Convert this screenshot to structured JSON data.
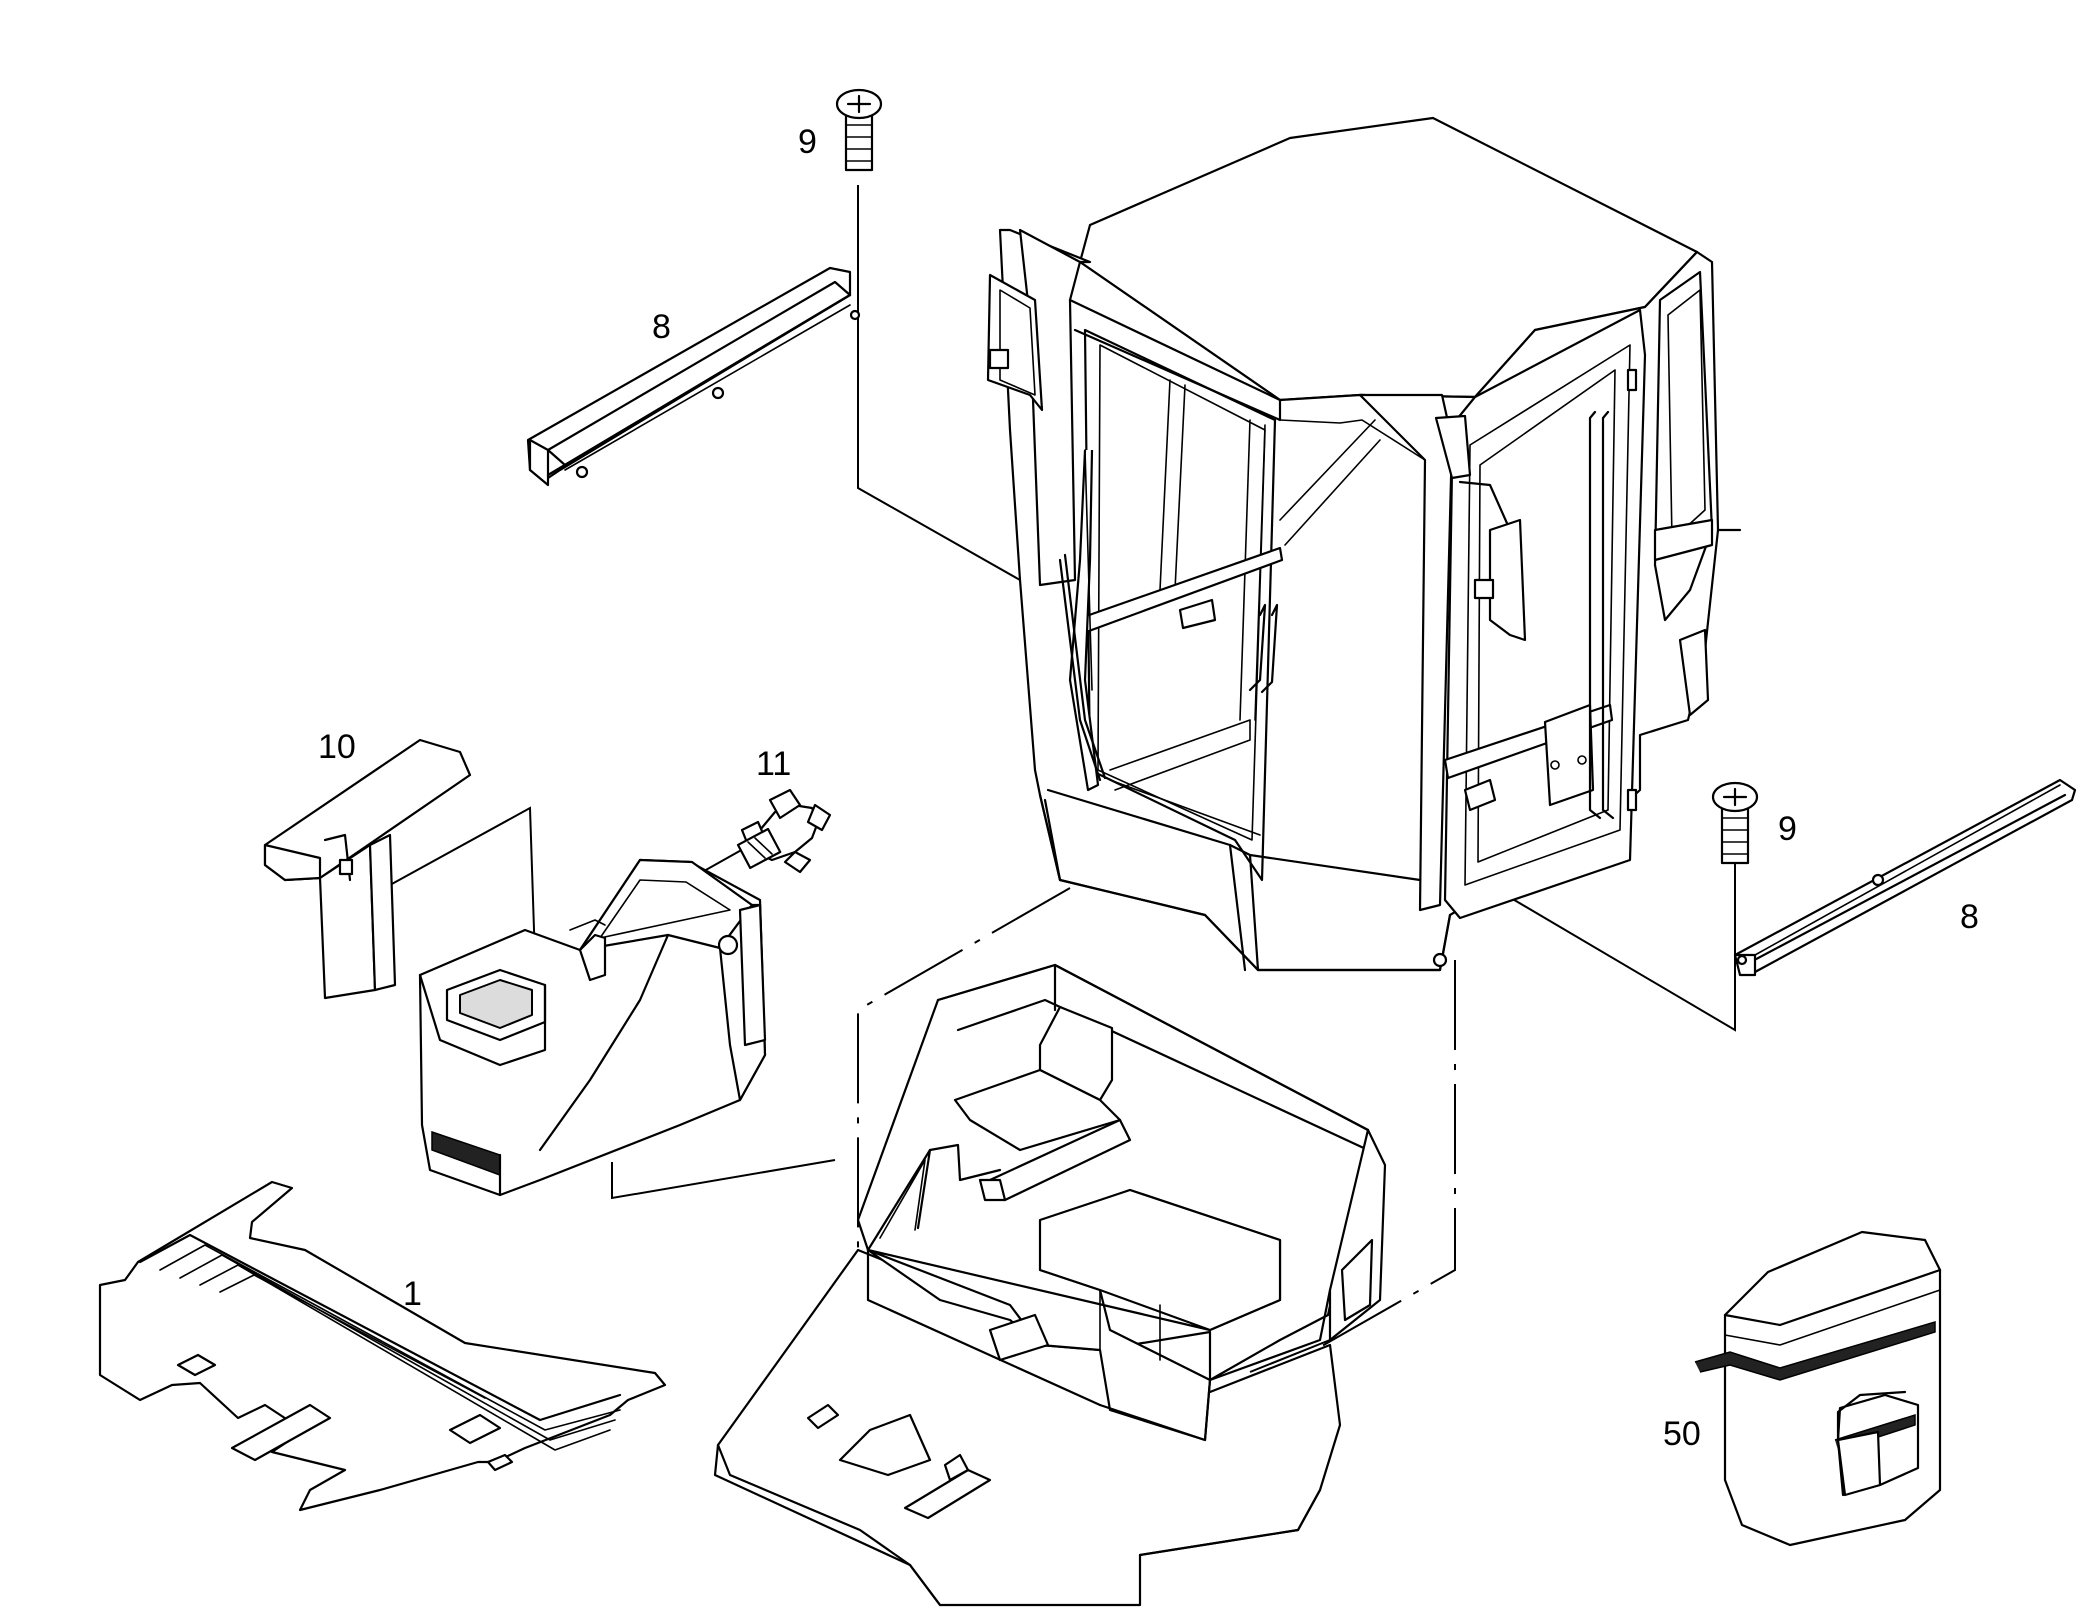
{
  "diagram": {
    "type": "exploded-parts-view",
    "callouts": {
      "floor_mat": "1",
      "rail_left": "8",
      "rail_right": "8",
      "screw_left": "9",
      "screw_right": "9",
      "armrest": "10",
      "knob": "11",
      "cover": "50"
    }
  }
}
